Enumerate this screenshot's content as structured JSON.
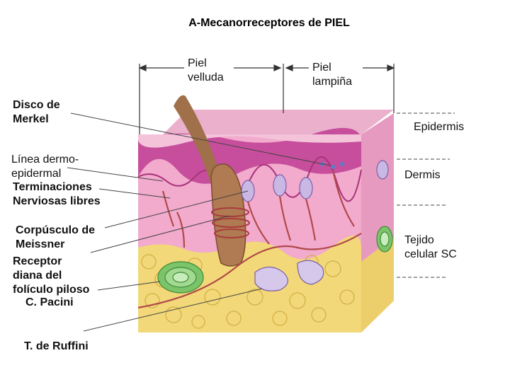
{
  "title": "A-Mecanorreceptores de PIEL",
  "header_labels": {
    "hairy_skin": "Piel\nvelluda",
    "glabrous_skin": "Piel\nlampiña"
  },
  "left_labels": {
    "merkel": "Disco de\nMerkel",
    "dermo_epidermal": "Línea dermo-\nepidermal",
    "free_endings": "Terminaciones\nNerviosas libres",
    "meissner": "Corpúsculo de\nMeissner",
    "hair_receptor": "Receptor\ndiana del\nfolículo piloso",
    "pacini": "C. Pacini",
    "ruffini": "T. de Ruffini"
  },
  "right_labels": {
    "epidermis": "Epidermis",
    "dermis": "Dermis",
    "subcutaneous": "Tejido\ncelular SC"
  },
  "colors": {
    "epidermis_top": "#e8a0c4",
    "epidermis_band": "#c2509a",
    "dermis": "#f0a8cc",
    "fat": "#f2d878",
    "fat_dark": "#d4b24a",
    "hair": "#a0704a",
    "nerve": "#b04a4a",
    "pacini": "#7cc46a",
    "meissner": "#c9b8e4"
  }
}
